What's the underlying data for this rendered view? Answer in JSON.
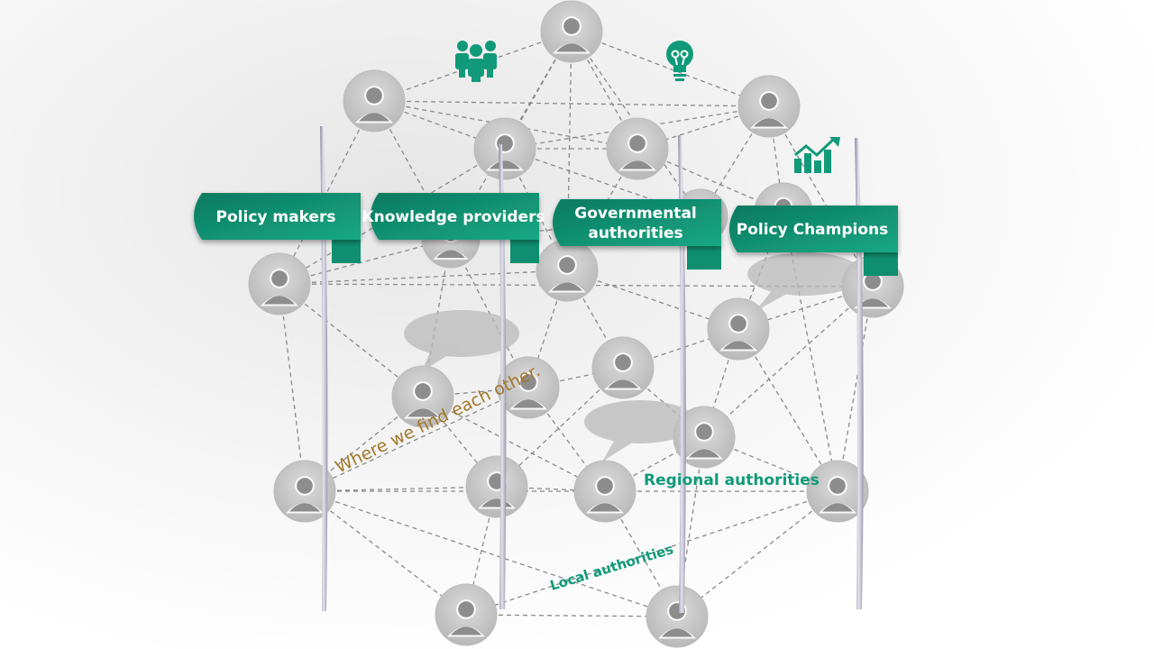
{
  "colors": {
    "accent": "#119a79",
    "accent_dark": "#0b6f57",
    "tagline": "#a2782a",
    "node_fill": "#c8c8c8",
    "line": "#8a8a8a"
  },
  "icons": [
    "people-group-icon",
    "lightbulb-icon",
    "growth-chart-icon",
    "person-avatar-icon",
    "speech-bubble-icon"
  ],
  "banners": [
    {
      "lines": [
        "Policy makers"
      ]
    },
    {
      "lines": [
        "Knowledge providers"
      ]
    },
    {
      "lines": [
        "Governmental",
        "authorities"
      ]
    },
    {
      "lines": [
        "Policy Champions"
      ]
    }
  ],
  "labels": {
    "tagline": "Where we find each other.",
    "regional": "Regional authorities",
    "local": "Local authorities"
  }
}
